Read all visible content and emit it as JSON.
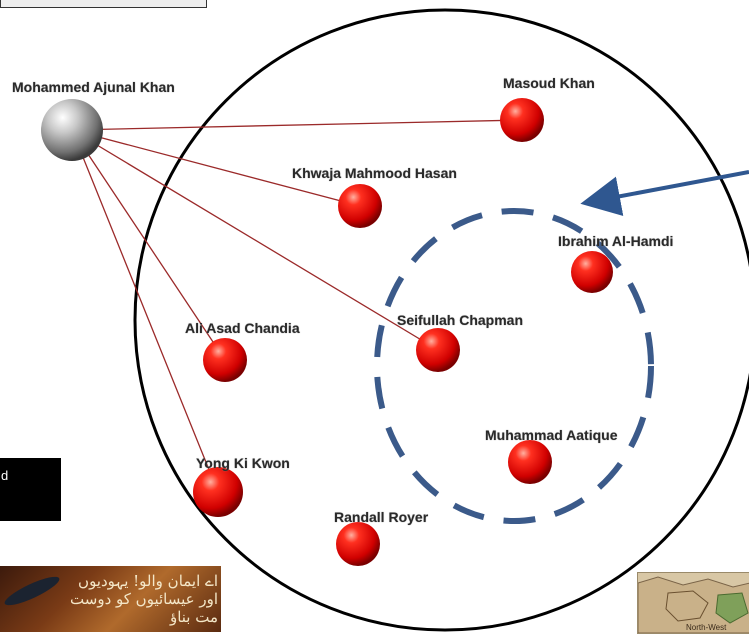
{
  "hub": {
    "label": "Mohammed Ajunal Khan"
  },
  "nodes": [
    {
      "label": "Masoud Khan"
    },
    {
      "label": "Khwaja Mahmood Hasan"
    },
    {
      "label": "Ibrahim Al-Hamdi"
    },
    {
      "label": "Seifullah Chapman"
    },
    {
      "label": "Ali Asad Chandia"
    },
    {
      "label": "Muhammad Aatique"
    },
    {
      "label": "Yong Ki Kwon"
    },
    {
      "label": "Randall Royer"
    }
  ],
  "side_box": {
    "text": "d"
  },
  "thumbnail_left": {
    "text": "اے ایمان والو! یہودیوں اور عیسائیوں کو دوست مت بناؤ"
  },
  "thumbnail_right": {
    "text": "North-West"
  },
  "colors": {
    "hub": "#9a9a9a",
    "node": "#e01010",
    "edge": "#9b2a2a",
    "dashed_circle": "#3b5a8a",
    "arrow": "#2f5790"
  }
}
